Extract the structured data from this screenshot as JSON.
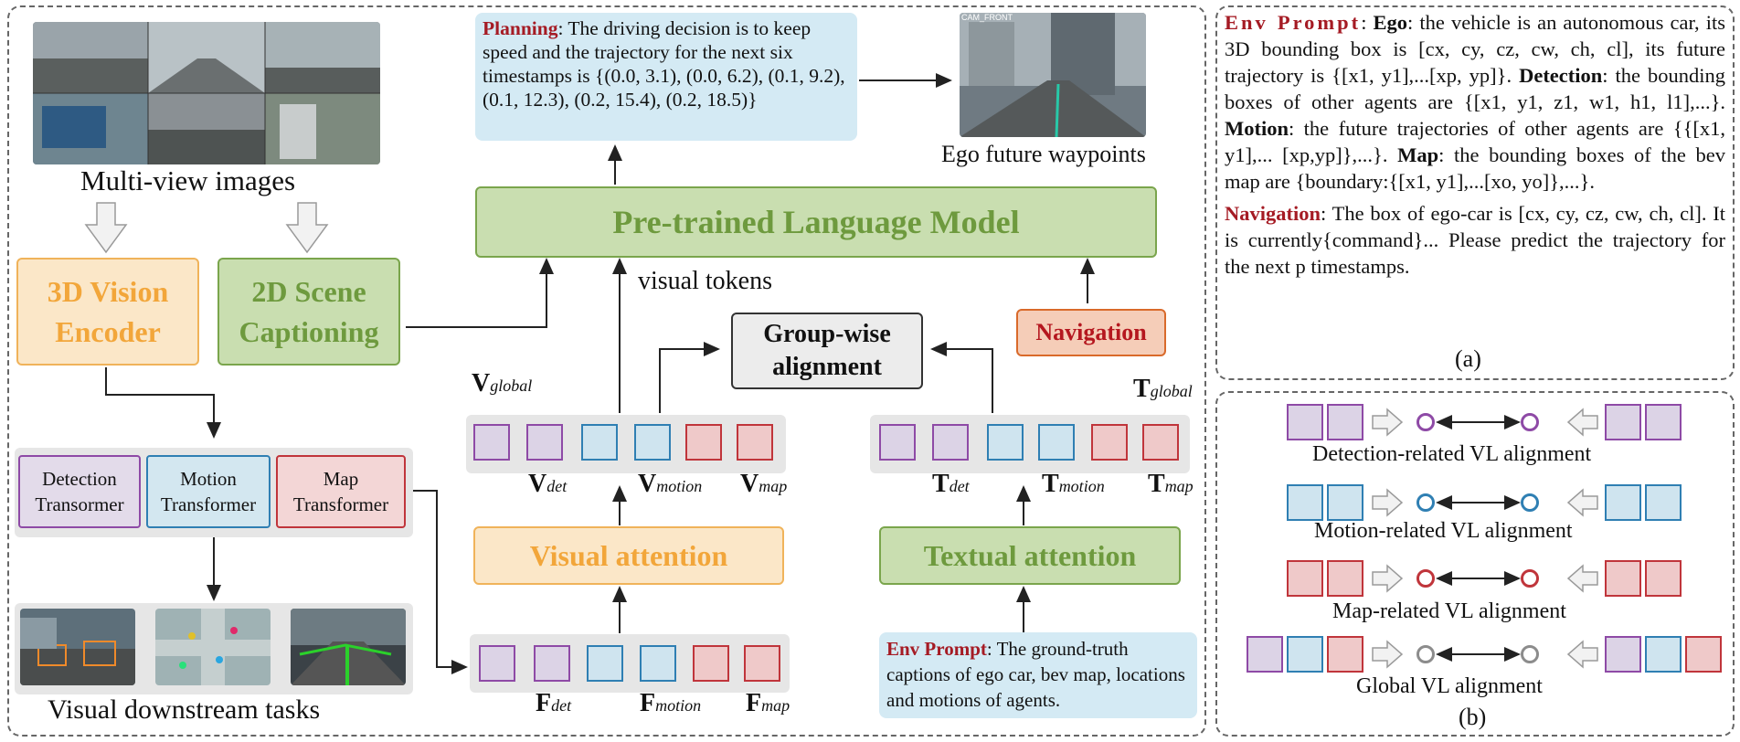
{
  "left_panel": {
    "multiview_label": "Multi-view images",
    "vision_encoder": "3D Vision Encoder",
    "scene_captioning": "2D Scene Captioning",
    "detection_transformer": "Detection Transormer",
    "motion_transformer": "Motion Transformer",
    "map_transformer": "Map Transformer",
    "downstream_label": "Visual downstream tasks"
  },
  "center": {
    "planning_keyword": "Planning",
    "planning_text": ": The driving decision is to keep speed and the trajectory for the next six timestamps is {(0.0, 3.1), (0.0, 6.2), (0.1, 9.2), (0.1, 12.3), (0.2, 15.4), (0.2, 18.5)}",
    "ego_waypoints_label": "Ego future waypoints",
    "cam_front_tag": "CAM_FRONT",
    "llm": "Pre-trained Language Model",
    "visual_tokens": "visual tokens",
    "group_alignment": "Group-wise alignment",
    "navigation": "Navigation",
    "visual_attention": "Visual attention",
    "textual_attention": "Textual attention",
    "env_prompt_keyword": "Env Prompt",
    "env_prompt_text": ": The ground-truth captions of ego car, bev map, locations and motions of agents."
  },
  "token_labels": {
    "v_global": [
      "V",
      "global"
    ],
    "v_det": [
      "V",
      "det"
    ],
    "v_motion": [
      "V",
      "motion"
    ],
    "v_map": [
      "V",
      "map"
    ],
    "t_global": [
      "T",
      "global"
    ],
    "t_det": [
      "T",
      "det"
    ],
    "t_motion": [
      "T",
      "motion"
    ],
    "t_map": [
      "T",
      "map"
    ],
    "f_det": [
      "F",
      "det"
    ],
    "f_motion": [
      "F",
      "motion"
    ],
    "f_map": [
      "F",
      "map"
    ]
  },
  "panel_a": {
    "env_prompt_title": "Env Prompt",
    "ego_kw": "Ego",
    "ego_text": ": the vehicle is an autonomous car, its 3D bounding box is [cx, cy, cz, cw, ch, cl], its future trajectory is {[x1, y1],...[xp, yp]}.",
    "detection_kw": "Detection",
    "detection_text": ": the bounding boxes of other agents are {[x1, y1, z1, w1, h1, l1],...}.",
    "motion_kw": "Motion",
    "motion_text": ": the future trajectories of other agents are {{[x1, y1],... [xp,yp]},...}.",
    "map_kw": "Map",
    "map_text": ": the bounding boxes of the bev map are {boundary:{[x1, y1],...[xo, yo]},...}.",
    "navigation_kw": "Navigation",
    "navigation_text": ": The box of ego-car is [cx, cy, cz, cw, ch, cl]. It is currently{command}... Please predict the trajectory for the next p timestamps.",
    "caption": "(a)"
  },
  "panel_b": {
    "detection_label": "Detection-related  VL alignment",
    "motion_label": "Motion-related VL alignment",
    "map_label": "Map-related VL alignment",
    "global_label": "Global VL alignment",
    "caption": "(b)"
  },
  "colors": {
    "orange_box": "#fbe7c8",
    "orange_border": "#f0b35a",
    "orange_text": "#f2a63a",
    "green_box": "#c9deb0",
    "green_border": "#7aa54c",
    "green_text": "#6e9a3e",
    "red_box": "#f5cdb8",
    "red_border": "#d96a2b",
    "red_text": "#b5171f",
    "purple": "#8e4aa6",
    "blue": "#2f7fb3",
    "red": "#c0353b"
  }
}
